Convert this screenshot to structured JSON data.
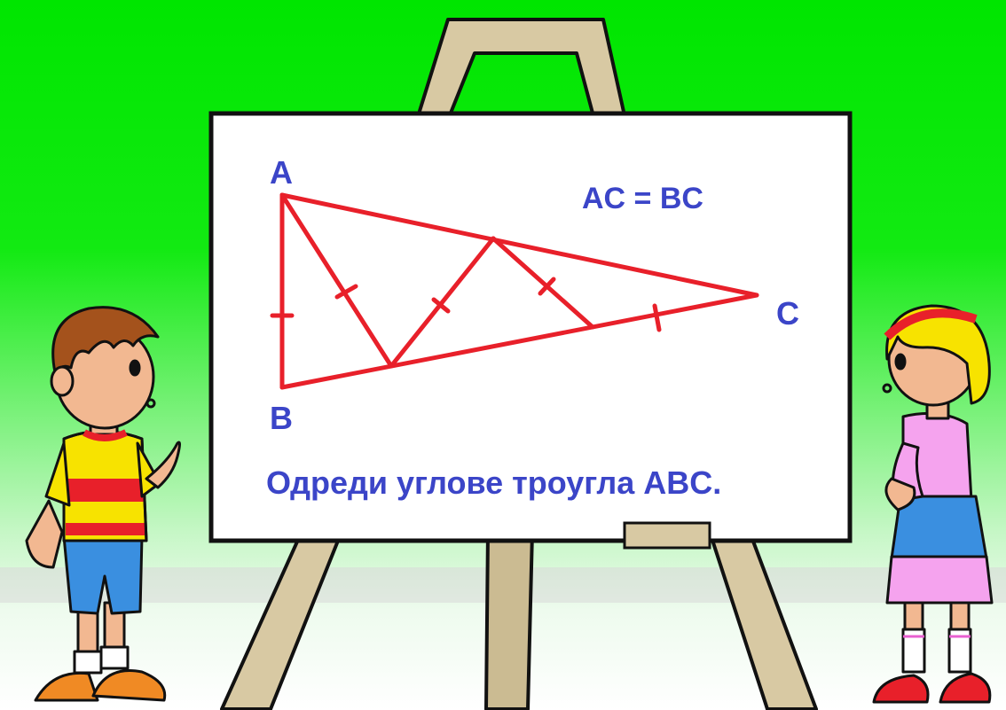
{
  "board": {
    "vertex_a": "A",
    "vertex_b": "B",
    "vertex_c": "C",
    "condition": "AC = BC",
    "task": "Одреди углове троугла ABC."
  },
  "colors": {
    "sky_top": "#00e600",
    "board_white": "#ffffff",
    "easel_wood": "#d8c9a3",
    "figure_red": "#e8202a",
    "text_blue": "#3b45c8"
  }
}
